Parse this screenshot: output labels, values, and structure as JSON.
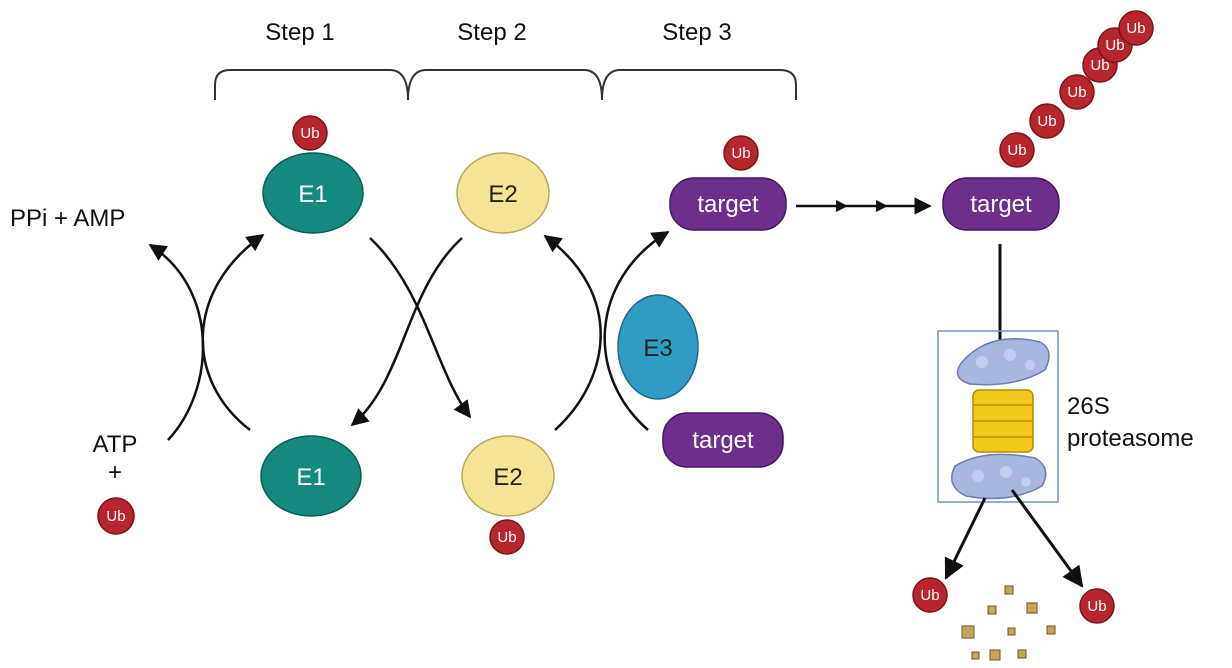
{
  "steps": [
    "Step 1",
    "Step 2",
    "Step 3"
  ],
  "left_products": "PPi + AMP",
  "left_inputs": {
    "atp": "ATP",
    "plus": "+",
    "ub": "Ub"
  },
  "enzymes": {
    "e1_top": "E1",
    "e1_top_ub": "Ub",
    "e2_top": "E2",
    "e3": "E3",
    "e1_bottom": "E1",
    "e2_bottom": "E2",
    "e2_bottom_ub": "Ub"
  },
  "targets": {
    "top": "target",
    "top_ub": "Ub",
    "bottom": "target",
    "poly": "target",
    "chain": [
      "Ub",
      "Ub",
      "Ub",
      "Ub",
      "Ub",
      "Ub"
    ]
  },
  "proteasome": {
    "line1": "26S",
    "line2": "proteasome"
  },
  "products": {
    "ub_left": "Ub",
    "ub_right": "Ub"
  },
  "colors": {
    "e1": "#138a7d",
    "e2": "#f4e596",
    "e3": "#2e9cc4",
    "target": "#6e2e8c",
    "ub": "#b8262d",
    "peptide": "#c8a45a",
    "proteasome_ring": "#9aa9d8",
    "proteasome_core": "#f2c81c",
    "box": "#6f94c4"
  }
}
